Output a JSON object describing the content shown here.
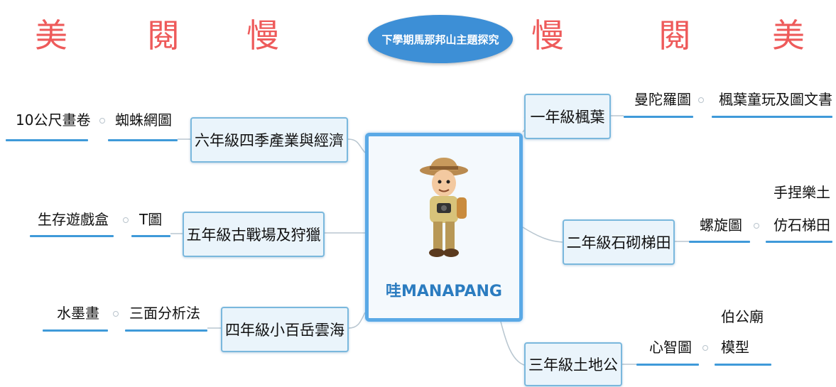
{
  "header": {
    "left_chars": [
      "美",
      "閱",
      "慢"
    ],
    "right_chars": [
      "慢",
      "閱",
      "美"
    ],
    "title": "下學期馬那邦山主題探究"
  },
  "center": {
    "label": "哇MANAPANG",
    "icon": "explorer-figure"
  },
  "branches_left": [
    {
      "topic": "六年級四季產業與經濟",
      "leaves": [
        "10公尺畫卷",
        "蜘蛛網圖"
      ]
    },
    {
      "topic": "五年級古戰場及狩獵",
      "leaves": [
        "生存遊戲盒",
        "T圖"
      ]
    },
    {
      "topic": "四年級小百岳雲海",
      "leaves": [
        "水墨畫",
        "三面分析法"
      ]
    }
  ],
  "branches_right": [
    {
      "topic": "一年級楓葉",
      "leaves": [
        "曼陀羅圖",
        "楓葉童玩及圖文書"
      ]
    },
    {
      "topic": "二年級石砌梯田",
      "leaves": [
        "螺旋圖",
        "手捏樂土",
        "仿石梯田"
      ]
    },
    {
      "topic": "三年級土地公",
      "leaves": [
        "心智圖",
        "伯公廟",
        "模型"
      ]
    }
  ],
  "colors": {
    "accent": "#3f9ad9",
    "calligraphy": "#ee5a5a",
    "title_bg": "#3d8fd6"
  }
}
